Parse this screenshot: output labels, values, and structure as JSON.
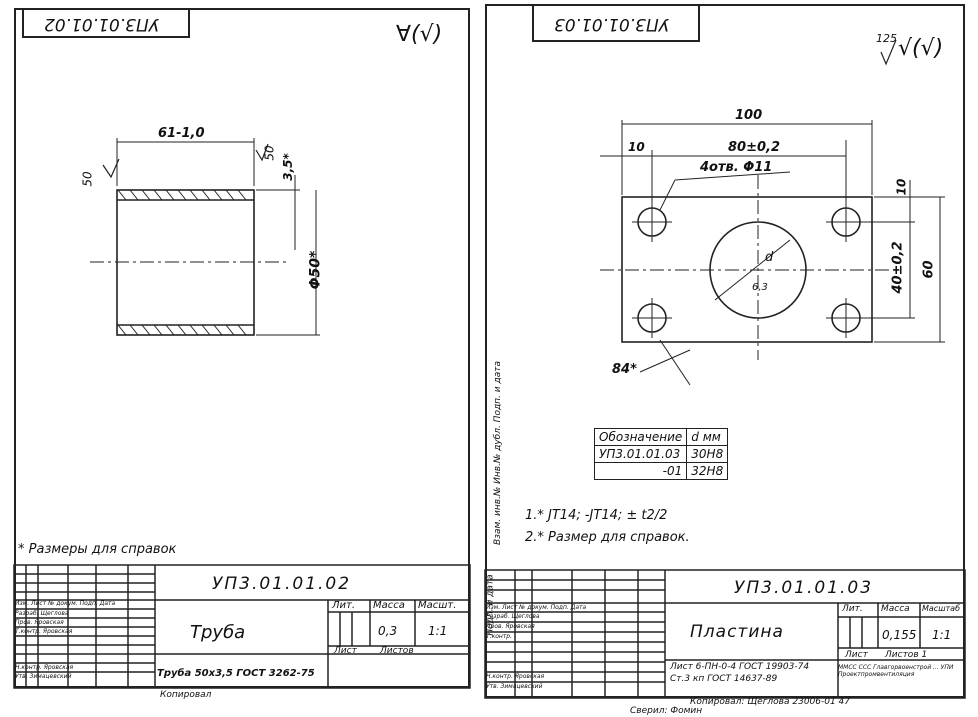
{
  "left_sheet": {
    "doc_code_rotated": "УП3.01.01.02",
    "roughness_mark": "∀(√)",
    "dim_length": "61-1,0",
    "dim_50": "50",
    "dim_50_right": "50",
    "dim_3_5": "3,5*",
    "dim_diameter": "Φ50*",
    "note": "* Размеры для справок",
    "title_block": {
      "doc_code": "УП3.01.01.02",
      "name": "Труба",
      "headers": [
        "Лит.",
        "Масса",
        "Масшт."
      ],
      "mass": "0,3",
      "scale": "1:1",
      "sheet_label": "Лист",
      "sheets_label": "Листов",
      "material": "Труба 50х3,5 ГОСТ 3262-75",
      "rows": [
        "Изм. Лист № докум. Подп. Дата",
        "Разраб. Щеглова",
        "Пров. Яровская",
        "Т.контр. Яровская",
        "Н.контр. Яровская",
        "Утв. Зимацевский"
      ],
      "copy_label": "Копировал"
    }
  },
  "right_sheet": {
    "doc_code_rotated": "УП3.01.01.03",
    "roughness_value": "125",
    "roughness_mark": "√(√)",
    "dim_100": "100",
    "dim_80": "80±0,2",
    "dim_10": "10",
    "dim_holes": "4отв. Φ11",
    "dim_10_right": "10",
    "dim_40": "40±0,2",
    "dim_60": "60",
    "dim_d": "d",
    "dim_6_3": "6,3",
    "dim_84": "84*",
    "side_label": "Взам. инв.№  Инв.№ дубл.  Подп. и дата",
    "side_label_2": "Подп. и дата",
    "table": {
      "header": [
        "Обозначение",
        "d мм"
      ],
      "rows": [
        [
          "УП3.01.01.03",
          "30Н8"
        ],
        [
          "-01",
          "32Н8"
        ]
      ]
    },
    "notes": [
      "1.* ЈТ14; -ЈТ14; ± t2/2",
      "2.* Размер для справок."
    ],
    "title_block": {
      "doc_code": "УП3.01.01.03",
      "name": "Пластина",
      "headers": [
        "Лит.",
        "Масса",
        "Масштаб"
      ],
      "mass": "0,155",
      "scale": "1:1",
      "sheet_label": "Лист",
      "sheets_label": "Листов 1",
      "material_1": "Лист 6-ПН-0-4 ГОСТ 19903-74",
      "material_2": "Ст.3 кп ГОСТ 14637-89",
      "org": "ММСС ССС Главгорвоенстрой ... УПИ Проектпромвентиляция",
      "rows": [
        "Изм. Лист № докум. Подп. Дата",
        "Разраб. Щеглова",
        "Пров. Яровская",
        "Т.контр.",
        "Н.контр. Яровская",
        "Утв. Зимацевский"
      ],
      "copy_label": "Копировал: Щеглова 23006-01 47",
      "format_label": "Сверил: Фомин"
    }
  }
}
